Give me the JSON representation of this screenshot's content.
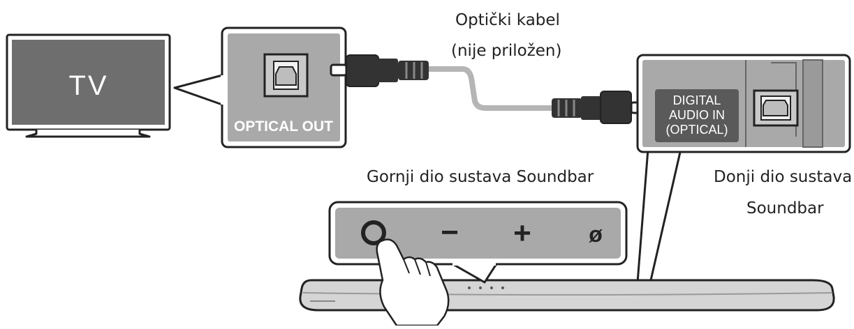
{
  "tv": {
    "label": "TV"
  },
  "tv_port": {
    "label": "OPTICAL OUT"
  },
  "cable": {
    "line1": "Optički kabel",
    "line2": "(nije priložen)"
  },
  "soundbar_port": {
    "line1": "DIGITAL",
    "line2": "AUDIO IN",
    "line3": "(OPTICAL)"
  },
  "top_panel": {
    "title": "Gornji dio sustava Soundbar",
    "buttons": [
      {
        "symbol": "−"
      },
      {
        "symbol": "+"
      },
      {
        "symbol": "ø"
      }
    ]
  },
  "bottom_panel": {
    "title_line1": "Donji dio sustava",
    "title_line2": "Soundbar"
  },
  "colors": {
    "ink": "#222222",
    "panel_gray": "#a9a9a9",
    "screen_gray": "#6e6e6e",
    "cable_gray": "#b5b5b5"
  }
}
